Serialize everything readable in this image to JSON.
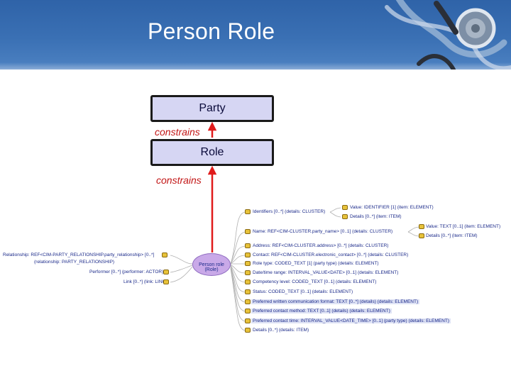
{
  "slide": {
    "title": "Person Role",
    "theme_color": "#3a70b4"
  },
  "diagram": {
    "top_box": "Party",
    "middle_box": "Role",
    "edge_label_1": "constrains",
    "edge_label_2": "constrains",
    "arrow_color": "#e01b1b"
  },
  "mindmap": {
    "center": {
      "line1": "Person role",
      "line2": "(Role)"
    },
    "right_nodes": [
      "Identifiers [0..*] (details: CLUSTER)",
      "Name: REF<CIM-CLUSTER.party_name> [0..1] (details: CLUSTER)",
      "Address: REF<CIM-CLUSTER.address> [0..*] (details: CLUSTER)",
      "Contact: REF<CIM-CLUSTER.electronic_contact> [0..*] (details: CLUSTER)",
      "Role type: CODED_TEXT [1] (party type) (details: ELEMENT)",
      "Date/time range: INTERVAL_VALUE<DATE> [0..1] (details: ELEMENT)",
      "Competency level: CODED_TEXT [0..1] (details: ELEMENT)",
      "Status: CODED_TEXT [0..1] (details: ELEMENT)",
      "Preferred written communication format: TEXT [0..*] (details) (details: ELEMENT)",
      "Preferred contact method: TEXT [0..1] (details) (details: ELEMENT)",
      "Preferred contact time: INTERVAL_VALUE<DATE_TIME> [0..1] (party type) (details: ELEMENT)",
      "Details [0..*] (details: ITEM)"
    ],
    "sub_nodes": [
      "Value: IDENTIFIER [1] (item: ELEMENT)",
      "Details [0..*] (item: ITEM)",
      "Value: TEXT [0..1] (item: ELEMENT)",
      "Details [0..*] (item: ITEM)"
    ],
    "left_nodes": [
      "Relationship: REF<CIM-PARTY_RELATIONSHIP.party_relationship> [0..*]",
      "(relationship: PARTY_RELATIONSHIP)",
      "Performer [0..*] (performer: ACTOR)",
      "Link [0..*] (link: LINK)"
    ]
  }
}
